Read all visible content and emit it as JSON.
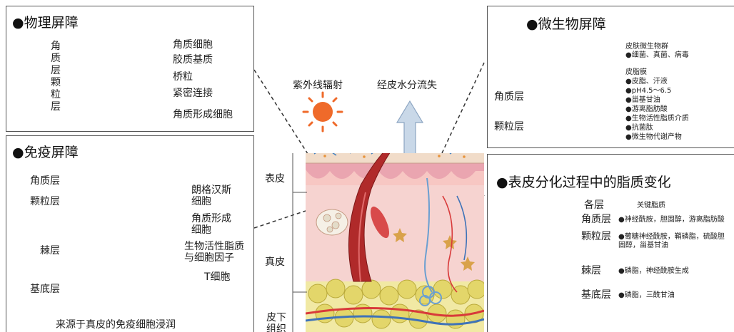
{
  "physical": {
    "title": "●物理屏障",
    "side_top": "角质层",
    "side_bottom": "颗粒层",
    "labels": [
      "角质细胞",
      "胶质基质",
      "桥粒",
      "紧密连接",
      "角质形成细胞"
    ]
  },
  "immune": {
    "title": "●免疫屏障",
    "layers": [
      "角质层",
      "颗粒层",
      "棘层",
      "基底层"
    ],
    "right": {
      "langerhans": "朗格汉斯\n细胞",
      "keratinocyte": "角质形成\n细胞",
      "bioactive": "生物活性脂质\n与细胞因子",
      "tcell": "T细胞"
    },
    "bottom": "来源于真皮的免疫细胞浸润"
  },
  "center": {
    "uv": "紫外线辐射",
    "water": "经皮水分流失",
    "layers": [
      "表皮",
      "真皮",
      "皮下\n组织"
    ]
  },
  "microbial": {
    "title": "●微生物屏障",
    "layers": [
      "角质层",
      "颗粒层"
    ],
    "notes": [
      "皮肤微生物群",
      "●细菌、真菌、病毒",
      "皮脂膜",
      "●皮脂、汗液",
      "●pH4.5～6.5",
      "●甾基甘油",
      "●游离脂肪酸",
      "●生物活性脂质介质",
      "●抗菌肽",
      "●微生物代谢产物"
    ]
  },
  "lipid": {
    "title": "●表皮分化过程中的脂质变化",
    "head_layer": "各层",
    "head_lipid": "关键脂质",
    "rows": [
      {
        "layer": "角质层",
        "lipid": "●神经酰胺，胆固醇，游离脂肪酸"
      },
      {
        "layer": "颗粒层",
        "lipid": "●葡糖神经酰胺，鞘磷脂，硫酸胆\n固醇，甾基甘油"
      },
      {
        "layer": "棘层",
        "lipid": "●磷脂，神经酰胺生成"
      },
      {
        "layer": "基底层",
        "lipid": "●磷脂，三酰甘油"
      }
    ]
  }
}
